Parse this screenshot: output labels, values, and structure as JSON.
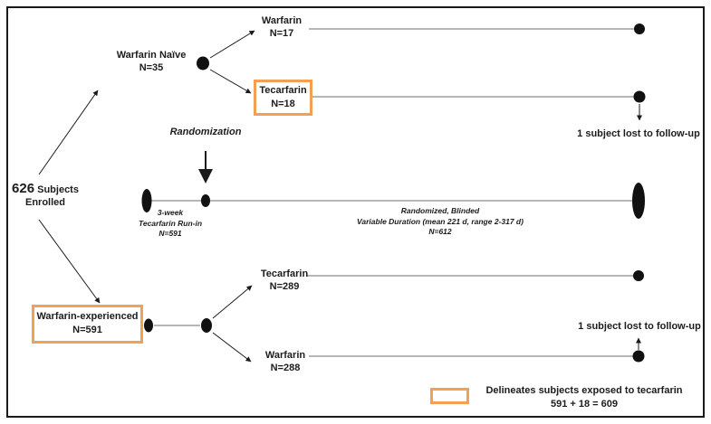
{
  "enrolled": {
    "count": "626",
    "subjects": "Subjects",
    "line2": "Enrolled"
  },
  "naive": {
    "title": "Warfarin Naïve",
    "n": "N=35"
  },
  "naive_warfarin": {
    "title": "Warfarin",
    "n": "N=17"
  },
  "naive_tecarfarin": {
    "title": "Tecarfarin",
    "n": "N=18"
  },
  "randomization_label": "Randomization",
  "runin": {
    "line1": "3-week",
    "line2": "Tecarfarin Run-in",
    "line3": "N=591"
  },
  "blinded": {
    "line1": "Randomized, Blinded",
    "line2": "Variable Duration (mean 221 d, range 2-317 d)",
    "line3": "N=612"
  },
  "experienced": {
    "title": "Warfarin-experienced",
    "n": "N=591"
  },
  "exp_tecarfarin": {
    "title": "Tecarfarin",
    "n": "N=289"
  },
  "exp_warfarin": {
    "title": "Warfarin",
    "n": "N=288"
  },
  "lost_top": "1 subject lost to follow-up",
  "lost_bottom": "1 subject lost to follow-up",
  "legend": {
    "text": "Delineates subjects exposed to tecarfarin",
    "math": "591 + 18 = 609"
  },
  "colors": {
    "highlight_orange": "#F2A154",
    "text": "#1C1C1C",
    "connector_gray": "#6E6E6E",
    "arrow_black": "#1A1A1A"
  }
}
